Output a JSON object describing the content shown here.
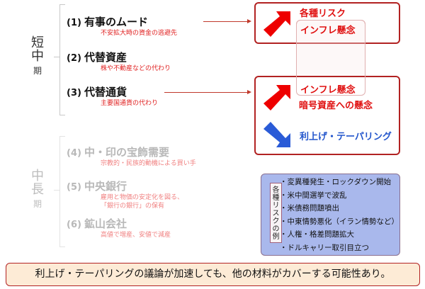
{
  "periods": {
    "short": {
      "line1": "短",
      "line2": "中",
      "line3": "期"
    },
    "long": {
      "line1": "中",
      "line2": "長",
      "line3": "期"
    }
  },
  "items": [
    {
      "num": "(1)",
      "title": "有事のムード",
      "sub": "不安拡大時の資金の逃避先",
      "faded": false
    },
    {
      "num": "(2)",
      "title": "代替資産",
      "sub": "株や不動産などの代わり",
      "faded": false
    },
    {
      "num": "(3)",
      "title": "代替通貨",
      "sub": "主要国通貨の代わり",
      "faded": false
    },
    {
      "num": "(4)",
      "title": "中・印の宝飾需要",
      "sub": "宗教的・民族的動機による買い手",
      "faded": true
    },
    {
      "num": "(5)",
      "title": "中央銀行",
      "sub": "雇用と物価の安定化を図る、",
      "sub2": "「銀行の銀行」の保有",
      "faded": true
    },
    {
      "num": "(6)",
      "title": "鉱山会社",
      "sub": "高値で増産、安値で減産",
      "faded": true
    }
  ],
  "top_box": {
    "line1": "各種リスク",
    "line2": "インフレ懸念",
    "arrow": "up-right-arrow-icon"
  },
  "mid_box": {
    "line1": "インフレ懸念",
    "line2": "暗号資産への懸念",
    "line3": "利上げ・テーパリング",
    "arrow_up": "up-right-arrow-icon",
    "arrow_down": "down-right-arrow-icon"
  },
  "risk_box": {
    "label_chars": [
      "各",
      "種",
      "リ",
      "ス",
      "ク",
      "の",
      "例"
    ],
    "items": [
      "変異種発生・ロックダウン開始",
      "米中間選挙で波乱",
      "米債務問題噴出",
      "中東情勢悪化（イラン情勢など）",
      "人権・格差問題拡大",
      "ドルキャリー取引目立つ"
    ]
  },
  "summary": "利上げ・テーパリングの議論が加速しても、他の材料がカバーする可能性あり。",
  "colors": {
    "red": "#e01010",
    "dark_red_border": "#b22222",
    "blue": "#2255cc",
    "risk_box_bg": "#a9b8ec",
    "summary_bg": "#fdebd6"
  }
}
